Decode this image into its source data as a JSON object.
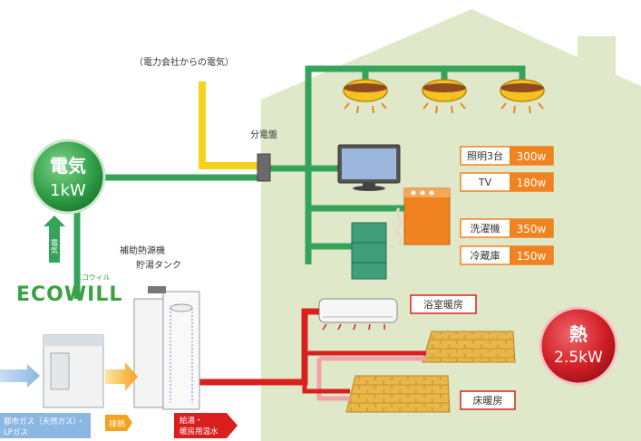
{
  "labels": {
    "power_source": "（電力会社からの電気）",
    "panel": "分電盤",
    "aux_heat": "補助熱源機",
    "tank": "貯湯タンク",
    "elec_arrow": "電気"
  },
  "circles": {
    "electric_title": "電気",
    "electric_value": "1kW",
    "heat_title": "熱",
    "heat_value": "2.5kW"
  },
  "logo": {
    "text": "ECOWILL",
    "kana": "エコウィル"
  },
  "appliances": [
    {
      "name": "照明3台",
      "watts": "300w"
    },
    {
      "name": "TV",
      "watts": "180w"
    },
    {
      "name": "洗濯機",
      "watts": "350w"
    },
    {
      "name": "冷蔵庫",
      "watts": "150w"
    }
  ],
  "heating": {
    "bath": "浴室暖房",
    "floor": "床暖房"
  },
  "bottom": {
    "gas_line1": "都市ガス（天然ガス）・",
    "gas_line2": "LPガス",
    "exhaust": "排熱",
    "hot_line1": "給湯・",
    "hot_line2": "暖房用温水"
  },
  "colors": {
    "house": "#dfe9c9",
    "green_pipe": "#36a35a",
    "yellow_pipe": "#f7d21a",
    "red_pipe": "#d9201f",
    "pink_pipe": "#f1a2a7",
    "blue_pipe": "#8bb7e3",
    "orange_accent": "#f0831f"
  }
}
